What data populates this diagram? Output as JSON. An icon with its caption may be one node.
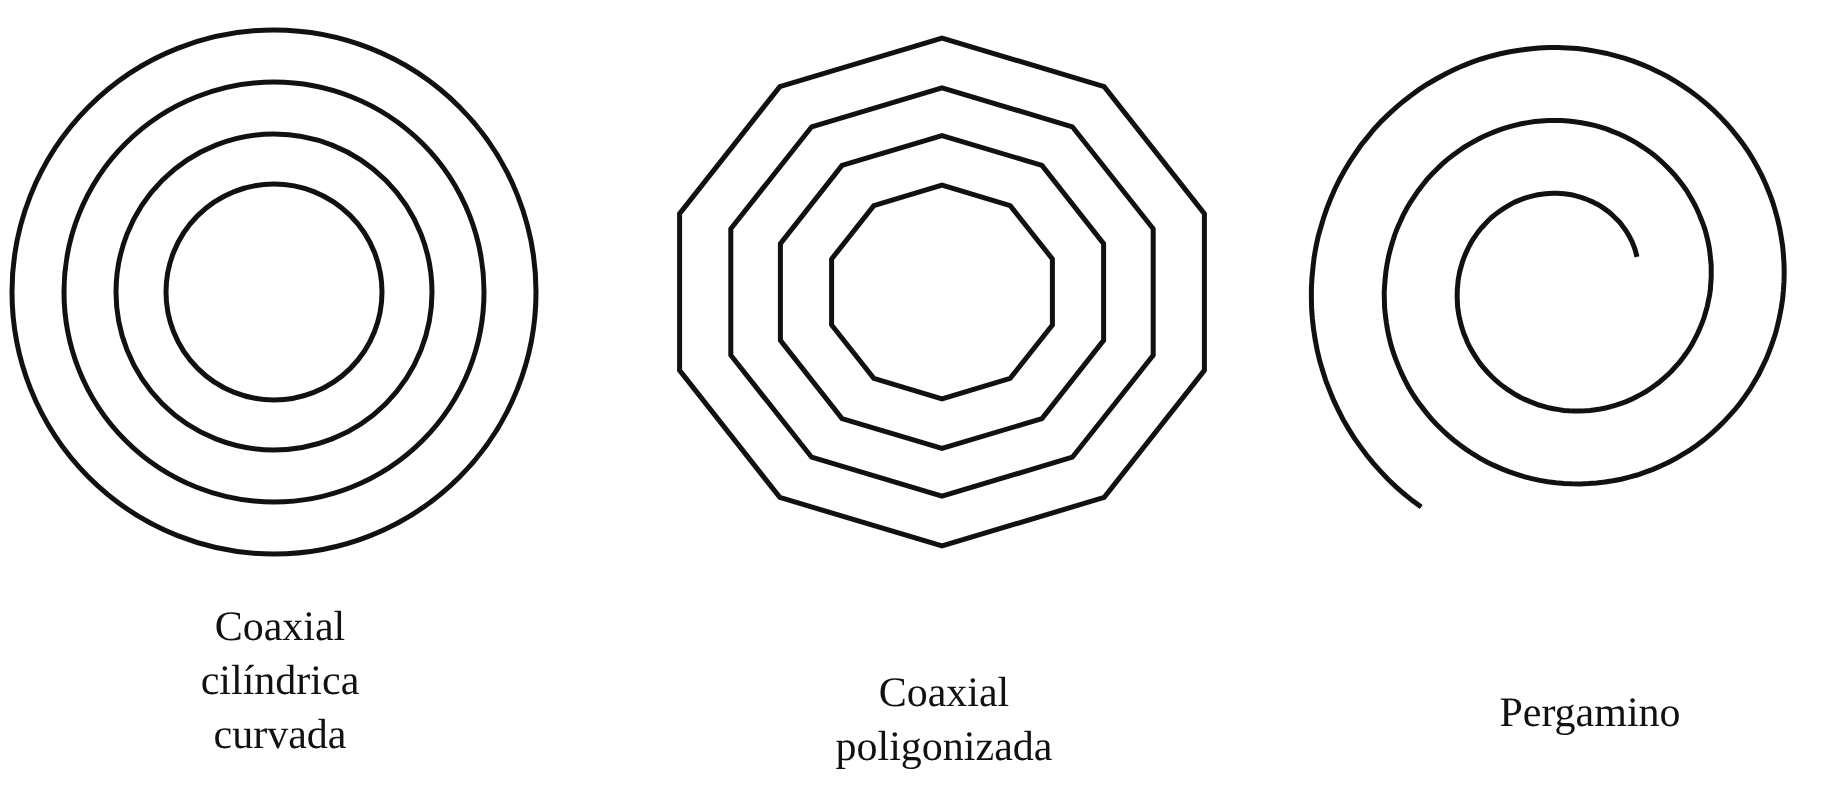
{
  "diagram": {
    "labels": [
      "Coaxial cilíndrica curvada",
      "Coaxial poligonizada",
      "Pergamino"
    ]
  }
}
